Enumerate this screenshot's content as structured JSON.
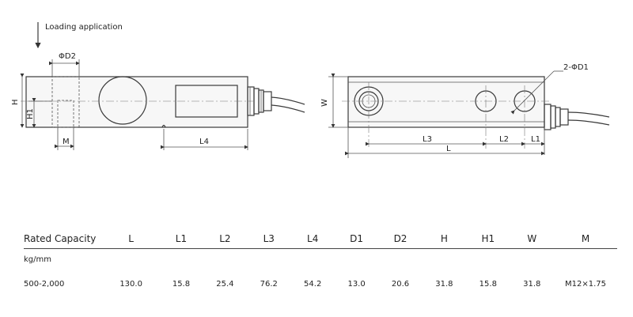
{
  "drawing": {
    "loading_label": "Loading application",
    "dim_D2": "ΦD2",
    "dim_H": "H",
    "dim_H1": "H1",
    "dim_M": "M",
    "dim_L4": "L4",
    "dim_W": "W",
    "dim_2D1": "2-ΦD1",
    "dim_L3": "L3",
    "dim_L2": "L2",
    "dim_L1": "L1",
    "dim_L": "L"
  },
  "table": {
    "headers": [
      "Rated Capacity",
      "L",
      "L1",
      "L2",
      "L3",
      "L4",
      "D1",
      "D2",
      "H",
      "H1",
      "W",
      "M"
    ],
    "unit": "kg/mm",
    "rows": [
      [
        "500-2,000",
        "130.0",
        "15.8",
        "25.4",
        "76.2",
        "54.2",
        "13.0",
        "20.6",
        "31.8",
        "15.8",
        "31.8",
        "M12×1.75"
      ]
    ]
  }
}
